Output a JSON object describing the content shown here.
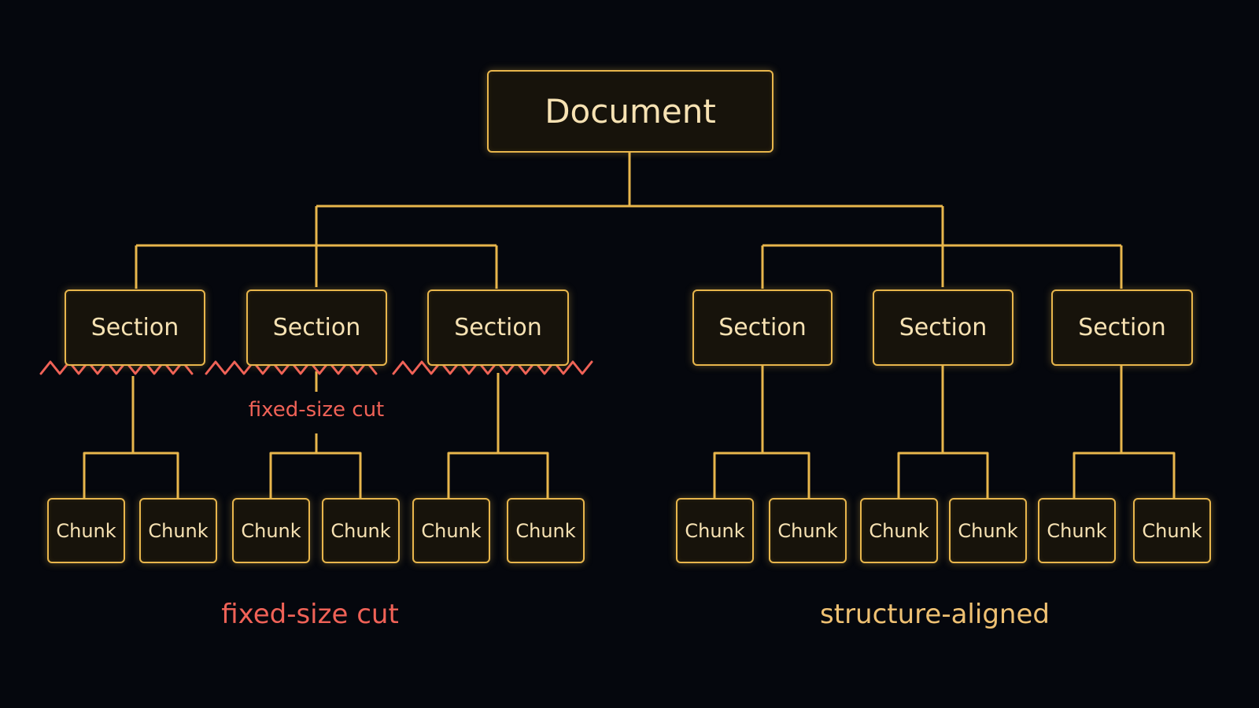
{
  "colors": {
    "background": "#05070d",
    "connector": "#e8b64c",
    "box_border": "#e8b64c",
    "box_fill": "#17130b",
    "box_text": "#f7e2b3",
    "cut_line": "#f06257",
    "right_caption": "#efc173"
  },
  "document": {
    "label": "Document"
  },
  "left_group": {
    "sections": [
      {
        "label": "Section",
        "chunks": [
          "Chunk",
          "Chunk"
        ]
      },
      {
        "label": "Section",
        "chunks": [
          "Chunk",
          "Chunk"
        ]
      },
      {
        "label": "Section",
        "chunks": [
          "Chunk",
          "Chunk"
        ]
      }
    ],
    "cut_label": "fixed-size cut",
    "caption": "fixed-size cut"
  },
  "right_group": {
    "sections": [
      {
        "label": "Section",
        "chunks": [
          "Chunk",
          "Chunk"
        ]
      },
      {
        "label": "Section",
        "chunks": [
          "Chunk",
          "Chunk"
        ]
      },
      {
        "label": "Section",
        "chunks": [
          "Chunk",
          "Chunk"
        ]
      }
    ],
    "caption": "structure-aligned"
  }
}
